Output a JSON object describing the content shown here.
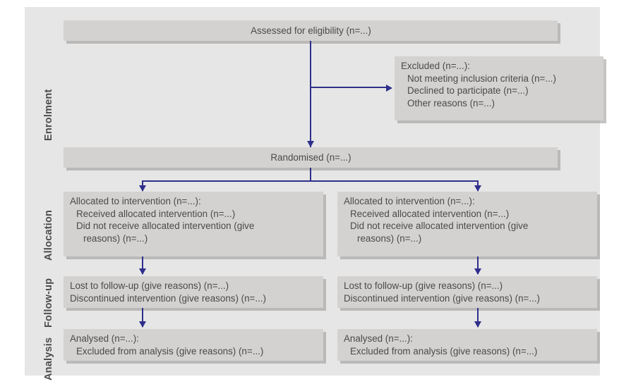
{
  "figure": {
    "type": "consort-flow-diagram",
    "colors": {
      "panel_background": "#e6e6e6",
      "box_fill": "#d4d2d0",
      "box_shadow": "#969492",
      "text": "#4a4a4a",
      "label_text": "#4d4d4d",
      "connector": "#2f2f8c",
      "page_background": "#ffffff"
    }
  },
  "stages": [
    {
      "id": "enrolment",
      "label": "Enrolment"
    },
    {
      "id": "allocation",
      "label": "Allocation"
    },
    {
      "id": "followup",
      "label": "Follow-up"
    },
    {
      "id": "analysis",
      "label": "Analysis"
    }
  ],
  "nodes": {
    "assessed": {
      "lines": [
        "Assessed for eligibility (n=...)"
      ]
    },
    "excluded": {
      "lines": [
        "Excluded (n=...):",
        "Not meeting inclusion criteria (n=...)",
        "Declined to participate (n=...)",
        "Other reasons (n=...)"
      ]
    },
    "randomised": {
      "lines": [
        "Randomised (n=...)"
      ]
    },
    "allocation_left": {
      "lines": [
        "Allocated to intervention (n=...):",
        "Received allocated intervention (n=...)",
        "Did not receive allocated intervention (give",
        "reasons) (n=...)"
      ]
    },
    "allocation_right": {
      "lines": [
        "Allocated to intervention (n=...):",
        "Received allocated intervention (n=...)",
        "Did not receive allocated intervention (give",
        "reasons) (n=...)"
      ]
    },
    "followup_left": {
      "lines": [
        "Lost to follow-up (give reasons) (n=...)",
        "Discontinued intervention (give reasons) (n=...)"
      ]
    },
    "followup_right": {
      "lines": [
        "Lost to follow-up (give reasons) (n=...)",
        "Discontinued intervention (give reasons) (n=...)"
      ]
    },
    "analysis_left": {
      "lines": [
        "Analysed (n=...):",
        "Excluded from analysis (give reasons) (n=...)"
      ]
    },
    "analysis_right": {
      "lines": [
        "Analysed (n=...):",
        "Excluded from analysis (give reasons) (n=...)"
      ]
    }
  }
}
